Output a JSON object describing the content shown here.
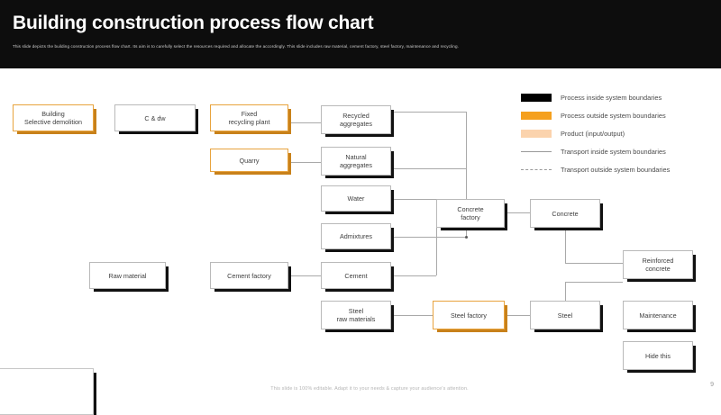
{
  "header": {
    "title": "Building construction process flow chart",
    "subtitle": "This slide depicts the building construction process flow chart. Its aim is to carefully select the resources required and allocate the accordingly. This slide includes raw material, cement factory, steel factory,  maintenance and recycling."
  },
  "legend": {
    "items": [
      {
        "swatch": "black-swatch",
        "type": "fill",
        "color": "#000000",
        "label": "Process inside system boundaries"
      },
      {
        "swatch": "orange-swatch",
        "type": "fill",
        "color": "#F5A01E",
        "label": "Process outside system boundaries"
      },
      {
        "swatch": "peach-swatch",
        "type": "fill",
        "color": "#FBD3AD",
        "label": "Product (input/output)"
      },
      {
        "swatch": "solid-line-swatch",
        "type": "line",
        "color": "#9a9a9a",
        "label": "Transport  inside system boundaries"
      },
      {
        "swatch": "dashed-line-swatch",
        "type": "line",
        "color": "#9a9a9a",
        "label": "Transport  outside system boundaries"
      }
    ]
  },
  "flowchart": {
    "nodes": [
      {
        "id": "building-selective-demolition",
        "label": "Building\nSelective demolition",
        "style": "orange"
      },
      {
        "id": "c-and-dw",
        "label": "C & dw",
        "style": "black"
      },
      {
        "id": "fixed-recycling-plant",
        "label": "Fixed\nrecycling plant",
        "style": "orange"
      },
      {
        "id": "quarry",
        "label": "Quarry",
        "style": "orange"
      },
      {
        "id": "recycled-aggregates",
        "label": "Recycled\naggregates",
        "style": "black"
      },
      {
        "id": "natural-aggregates",
        "label": "Natural\naggregates",
        "style": "black"
      },
      {
        "id": "water",
        "label": "Water",
        "style": "black"
      },
      {
        "id": "admixtures",
        "label": "Admixtures",
        "style": "black"
      },
      {
        "id": "raw-material",
        "label": "Raw material",
        "style": "black"
      },
      {
        "id": "cement-factory",
        "label": "Cement factory",
        "style": "black"
      },
      {
        "id": "cement",
        "label": "Cement",
        "style": "black"
      },
      {
        "id": "steel-raw-materials",
        "label": "Steel\nraw materials",
        "style": "black"
      },
      {
        "id": "steel-factory",
        "label": "Steel factory",
        "style": "orange"
      },
      {
        "id": "concrete-factory",
        "label": "Concrete\nfactory",
        "style": "black"
      },
      {
        "id": "concrete",
        "label": "Concrete",
        "style": "black"
      },
      {
        "id": "steel",
        "label": "Steel",
        "style": "black"
      },
      {
        "id": "reinforced-concrete",
        "label": "Reinforced\nconcrete",
        "style": "black"
      },
      {
        "id": "maintenance",
        "label": "Maintenance",
        "style": "black"
      },
      {
        "id": "hide-this",
        "label": "Hide this",
        "style": "black"
      }
    ]
  },
  "footer": {
    "note": "This slide is 100% editable. Adapt it to your needs & capture your audience's attention.",
    "page_number": "9"
  }
}
